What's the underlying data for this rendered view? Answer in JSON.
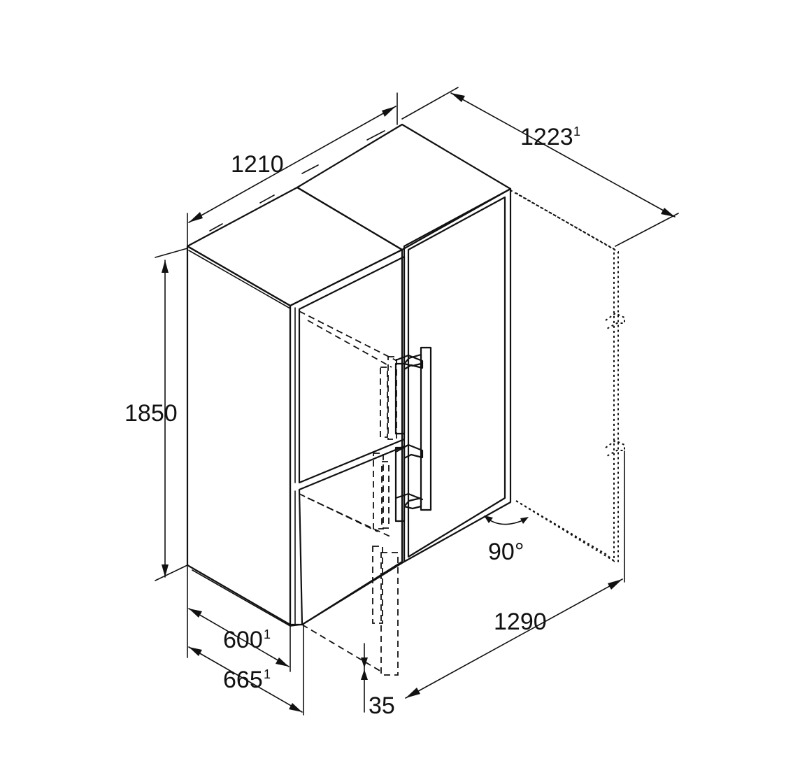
{
  "dimensions": {
    "width": {
      "value": "1210"
    },
    "depth_open": {
      "value": "1223",
      "footnote": "1"
    },
    "height": {
      "value": "1850"
    },
    "depth_body": {
      "value": "600",
      "footnote": "1"
    },
    "depth_total": {
      "value": "665",
      "footnote": "1"
    },
    "door_gap": {
      "value": "35"
    },
    "open_width": {
      "value": "1290"
    },
    "door_angle": {
      "value": "90°"
    }
  }
}
